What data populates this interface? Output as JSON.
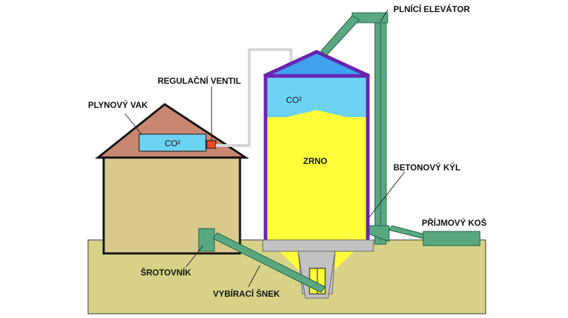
{
  "labels": {
    "filling_elevator": "PLNÍCÍ ELEVÁTOR",
    "regulating_valve": "REGULAČNÍ VENTIL",
    "gas_bag": "PLYNOVÝ VAK",
    "concrete_keel": "BETONOVÝ KÝL",
    "intake_hopper": "PŘÍJMOVÝ KOŠ",
    "grinder": "ŠROTOVNÍK",
    "discharge_auger": "VYBÍRACÍ ŠNEK"
  },
  "inner_text": {
    "co2_bag": "CO²",
    "co2_silo": "CO²",
    "grain": "ZRNO"
  },
  "colors": {
    "ground": "#d6d388",
    "house_wall": "#d9c98c",
    "roof": "#c98670",
    "co2": "#6dd2f2",
    "silo_roof": "#3fa2f0",
    "grain": "#ffff3a",
    "silo_wall": "#6a23b0",
    "concrete": "#c2c2c2",
    "elevator": "#5aa882",
    "valve": "#e84a2a",
    "pipe": "#d6d6d6"
  }
}
